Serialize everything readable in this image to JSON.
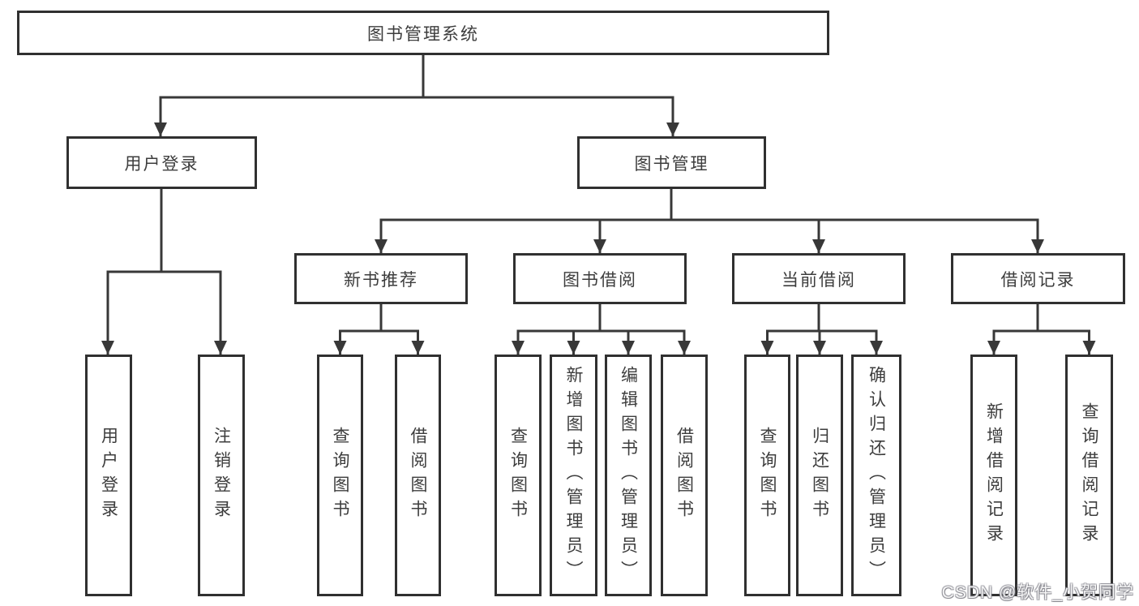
{
  "diagram_title": "图书管理系统",
  "tree": {
    "root": {
      "label": "图书管理系统"
    },
    "children": [
      {
        "label": "用户登录",
        "children": [
          {
            "label": "用户登录"
          },
          {
            "label": "注销登录"
          }
        ]
      },
      {
        "label": "图书管理",
        "children": [
          {
            "label": "新书推荐",
            "children": [
              {
                "label": "查询图书"
              },
              {
                "label": "借阅图书"
              }
            ]
          },
          {
            "label": "图书借阅",
            "children": [
              {
                "label": "查询图书"
              },
              {
                "label": "新增图书（管理员）"
              },
              {
                "label": "编辑图书（管理员）"
              },
              {
                "label": "借阅图书"
              }
            ]
          },
          {
            "label": "当前借阅",
            "children": [
              {
                "label": "查询图书"
              },
              {
                "label": "归还图书"
              },
              {
                "label": "确认归还（管理员）"
              }
            ]
          },
          {
            "label": "借阅记录",
            "children": [
              {
                "label": "新增借阅记录"
              },
              {
                "label": "查询借阅记录"
              }
            ]
          }
        ]
      }
    ]
  },
  "watermark": {
    "text": "CSDN @软件_小贺同学"
  },
  "colors": {
    "line": "#383838",
    "box_border": "#303030",
    "text": "#3d3d3d",
    "background": "#ffffff",
    "watermark_text": "#e8e8ec"
  }
}
